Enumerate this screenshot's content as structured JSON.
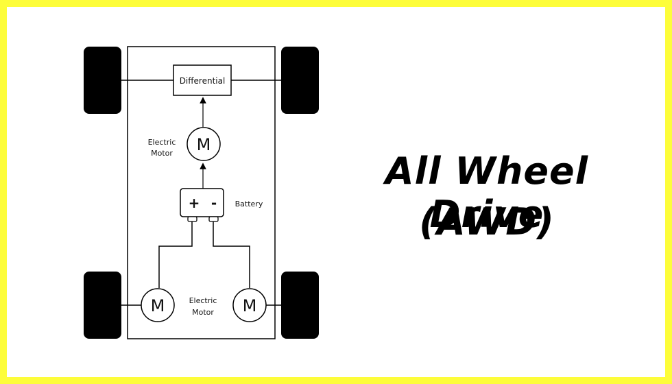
{
  "title": {
    "line1": "All Wheel Drive",
    "line2": "(AWD)"
  },
  "diagram": {
    "differential_label": "Differential",
    "front_motor": {
      "symbol": "M",
      "label_line1": "Electric",
      "label_line2": "Motor"
    },
    "battery": {
      "label": "Battery",
      "plus": "+",
      "minus": "-"
    },
    "rear_motors": {
      "symbol_left": "M",
      "symbol_right": "M",
      "label_line1": "Electric",
      "label_line2": "Motor"
    }
  },
  "colors": {
    "border": "#fdfd3a",
    "stroke": "#000000",
    "wheel": "#000000"
  }
}
